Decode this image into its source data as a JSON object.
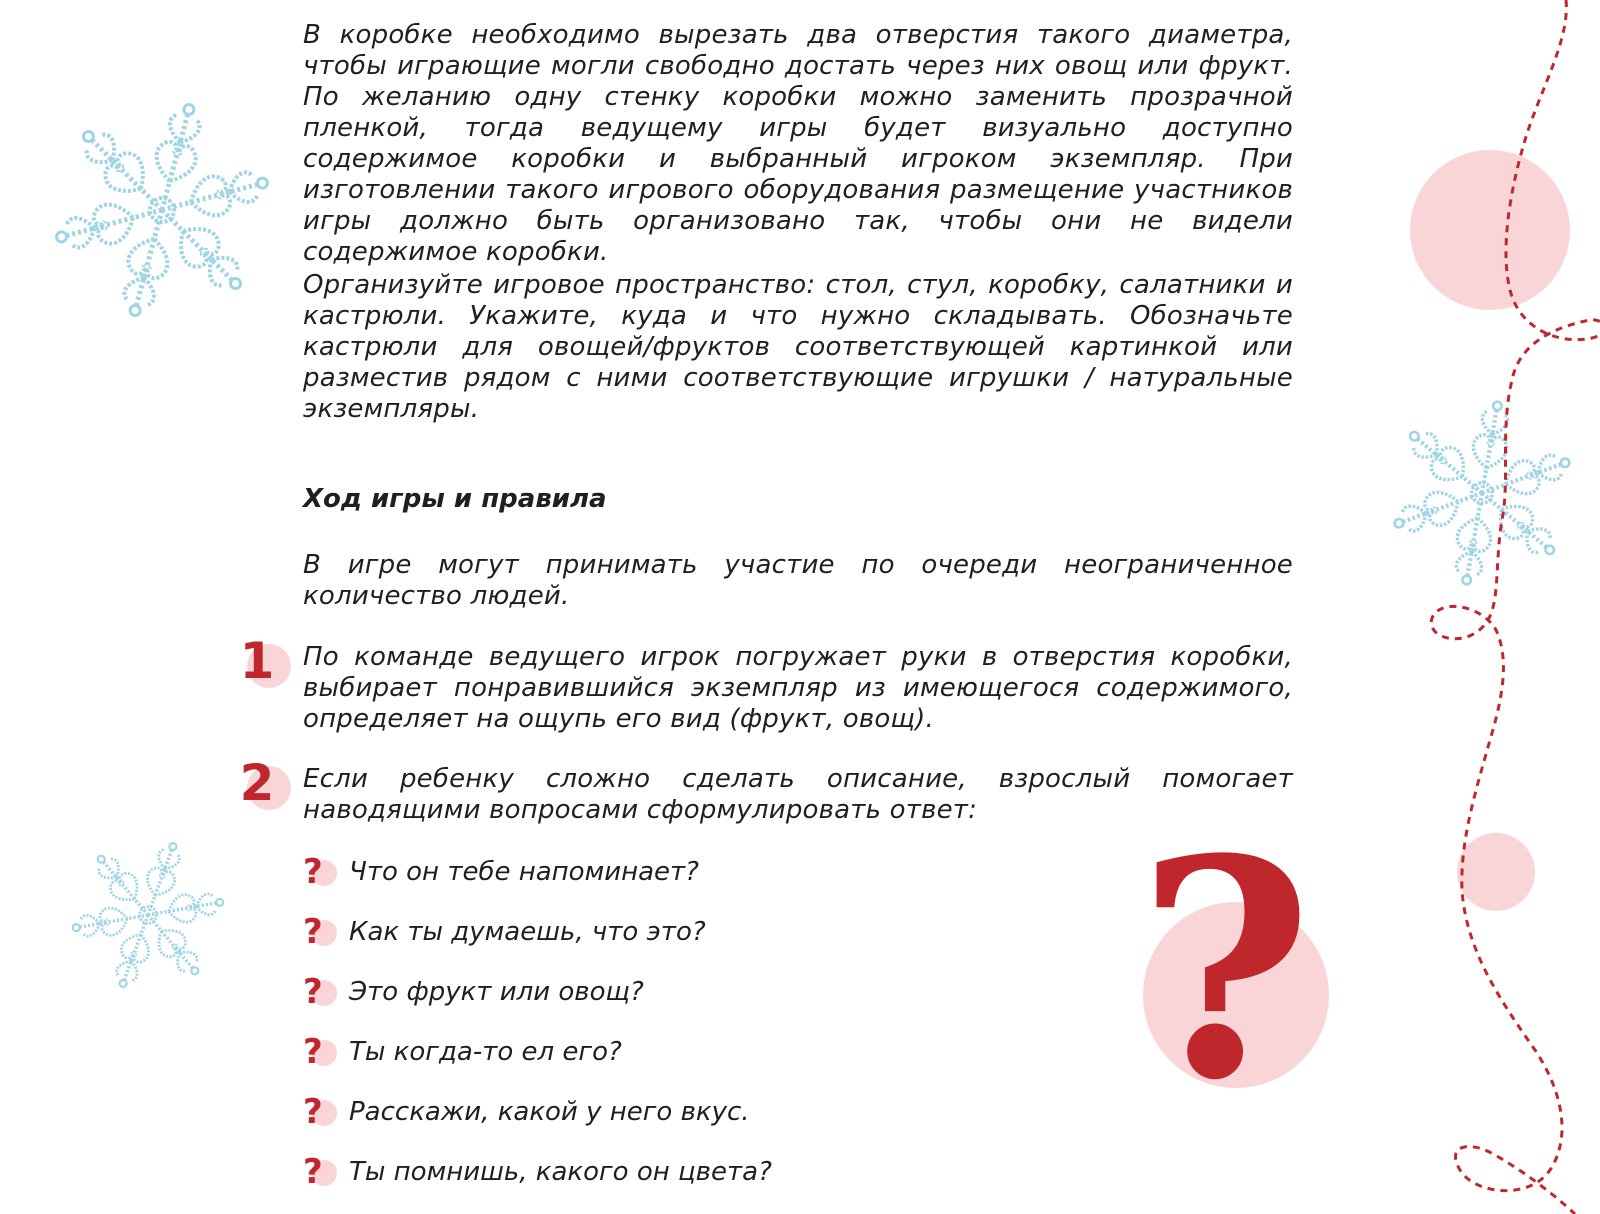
{
  "paragraphs": {
    "intro_1": "В коробке необходимо вырезать два отверстия такого диаметра, чтобы играющие могли свободно достать через них овощ или фрукт. По желанию одну стенку коробки можно заменить прозрачной пленкой, тогда ведущему игры будет визуально доступно содержимое коробки и выбранный игроком экземпляр. При изготовлении такого игрового оборудования размещение участников игры должно быть организовано так, чтобы они не видели содержимое коробки.",
    "intro_2": "Организуйте игровое пространство: стол, стул, коробку, салатники и кастрюли. Укажите, куда и что нужно складывать. Обозначьте кастрюли для овощей/фруктов соответствующей картинкой или разместив рядом с ними соответствующие игрушки / натуральные экземпляры."
  },
  "section": {
    "heading": "Ход игры и правила",
    "lead": "В игре могут принимать участие по очереди неограниченное количество людей."
  },
  "steps": [
    {
      "number": "1",
      "text": "По команде ведущего игрок погружает руки в отверстия коробки, выбирает понравившийся экземпляр из имеющегося содержимого, определяет на ощупь его вид (фрукт, овощ)."
    },
    {
      "number": "2",
      "text": "Если ребенку сложно сделать описание, взрослый помогает наводящими вопросами сформулировать ответ:"
    }
  ],
  "questions": {
    "marker": "?",
    "items": [
      "Что он тебе напоминает?",
      "Как ты думаешь, что это?",
      "Это фрукт или овощ?",
      "Ты когда-то ел его?",
      "Расскажи, какой у него вкус.",
      "Ты помнишь, какого он цвета?"
    ]
  },
  "decor": {
    "big_question_mark": "?",
    "icons": [
      "snowflake-icon",
      "dashed-string-icon",
      "pink-circle-icon",
      "question-mark-icon"
    ]
  },
  "colors": {
    "accent_red": "#c0272d",
    "accent_pink": "#f9d5d7",
    "snowflake_blue": "#9fd4e6",
    "text": "#1f1f1f"
  }
}
